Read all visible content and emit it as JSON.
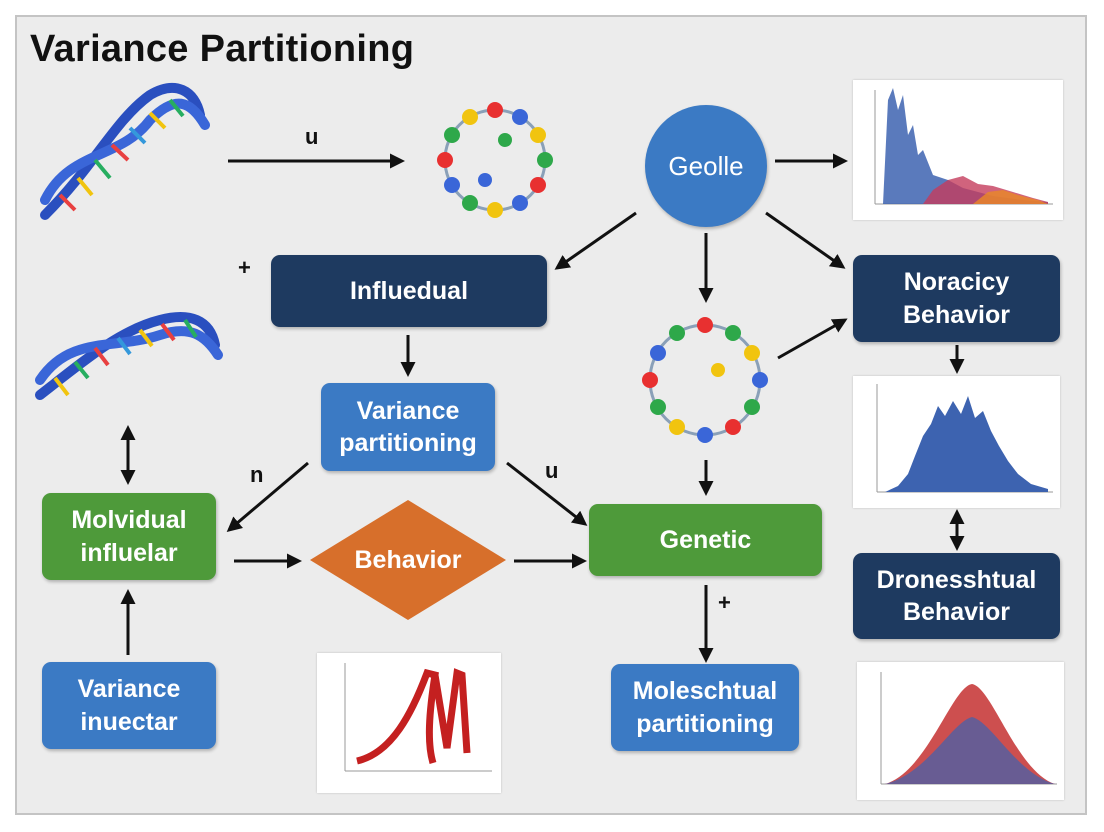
{
  "title": "Variance Partitioning",
  "nodes": {
    "geolle": "Geolle",
    "influedual": "Influedual",
    "variance_partitioning": "Variance partitioning",
    "molvidual_influelar": "Molvidual influelar",
    "behavior": "Behavior",
    "genetic": "Genetic",
    "variance_inuectar": "Variance inuectar",
    "moleschtual_partitioning": "Moleschtual partitioning",
    "noracicy_behavior": "Noracicy Behavior",
    "dronesshtual_behavior": "Dronesshtual Behavior"
  },
  "edge_labels": {
    "top_u": "u",
    "plus_left": "+",
    "n_label": "n",
    "u_mid": "u",
    "plus_bottom": "+"
  },
  "colors": {
    "navy": "#1e3a60",
    "blue": "#3b7ac4",
    "green": "#4e9a3a",
    "orange": "#d76f2b"
  },
  "icons": [
    "dna-helix-icon",
    "molecule-ring-icon",
    "histogram-chart-icon",
    "line-chart-icon",
    "bell-curve-chart-icon"
  ]
}
